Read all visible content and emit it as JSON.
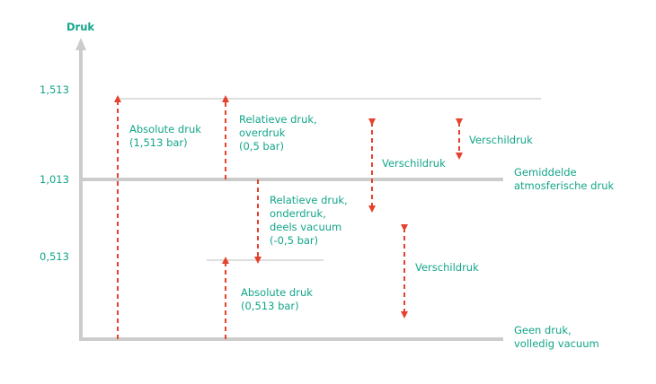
{
  "colors": {
    "axis": "#cccccc",
    "thin_line": "#d4d4d4",
    "text": "#12a589",
    "arrow": "#e5412c"
  },
  "axis": {
    "ylabel": "Druk",
    "ticks": [
      "1,513",
      "1,013",
      "0,513"
    ]
  },
  "levels": {
    "atmospheric": [
      "Gemiddelde",
      "atmosferische druk"
    ],
    "vacuum": [
      "Geen druk,",
      "volledig vacuum"
    ]
  },
  "annotations": {
    "absolute_high": [
      "Absolute druk",
      "(1,513 bar)"
    ],
    "relative_over": [
      "Relatieve druk,",
      "overdruk",
      "(0,5 bar)"
    ],
    "relative_under": [
      "Relatieve druk,",
      "onderdruk,",
      "deels vacuum",
      "(-0,5 bar)"
    ],
    "absolute_low": [
      "Absolute druk",
      "(0,513 bar)"
    ],
    "difference_1": "Verschildruk",
    "difference_2": "Verschildruk",
    "difference_3": "Verschildruk"
  }
}
